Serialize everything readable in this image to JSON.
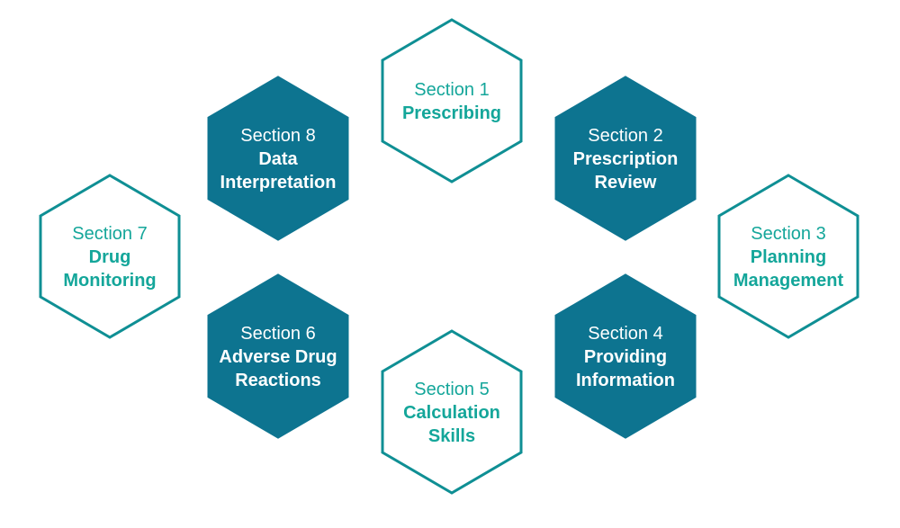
{
  "colors": {
    "filled": "#0d7490",
    "outline": "#0f8f94",
    "outline_text": "#14a69a",
    "filled_text": "#ffffff",
    "background": "#ffffff"
  },
  "sections": [
    {
      "id": "section-1",
      "section": "Section 1",
      "title_lines": [
        "Prescribing"
      ],
      "style": "outline"
    },
    {
      "id": "section-2",
      "section": "Section 2",
      "title_lines": [
        "Prescription",
        "Review"
      ],
      "style": "filled"
    },
    {
      "id": "section-3",
      "section": "Section 3",
      "title_lines": [
        "Planning",
        "Management"
      ],
      "style": "outline"
    },
    {
      "id": "section-4",
      "section": "Section 4",
      "title_lines": [
        "Providing",
        "Information"
      ],
      "style": "filled"
    },
    {
      "id": "section-5",
      "section": "Section 5",
      "title_lines": [
        "Calculation",
        "Skills"
      ],
      "style": "outline"
    },
    {
      "id": "section-6",
      "section": "Section 6",
      "title_lines": [
        "Adverse Drug",
        "Reactions"
      ],
      "style": "filled"
    },
    {
      "id": "section-7",
      "section": "Section 7",
      "title_lines": [
        "Drug",
        "Monitoring"
      ],
      "style": "outline"
    },
    {
      "id": "section-8",
      "section": "Section 8",
      "title_lines": [
        "Data",
        "Interpretation"
      ],
      "style": "filled"
    }
  ]
}
